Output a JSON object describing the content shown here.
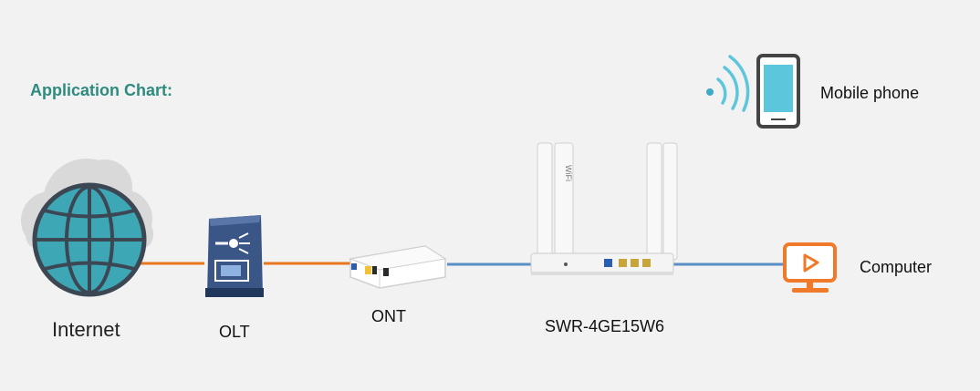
{
  "diagram": {
    "title": "Application Chart:",
    "nodes": {
      "internet": {
        "label": "Internet",
        "icon": "globe-cloud-icon"
      },
      "olt": {
        "label": "OLT",
        "icon": "olt-device-icon"
      },
      "ont": {
        "label": "ONT",
        "icon": "ont-device-icon"
      },
      "router": {
        "label": "SWR-4GE15W6",
        "icon": "wifi-router-icon",
        "brand_text": "WiFi"
      },
      "computer": {
        "label": "Computer",
        "icon": "monitor-icon"
      },
      "mobile": {
        "label": "Mobile phone",
        "icon": "smartphone-icon"
      }
    },
    "links": [
      {
        "from": "Internet",
        "to": "OLT",
        "kind": "fiber"
      },
      {
        "from": "OLT",
        "to": "ONT",
        "kind": "fiber"
      },
      {
        "from": "ONT",
        "to": "SWR-4GE15W6",
        "kind": "ethernet"
      },
      {
        "from": "SWR-4GE15W6",
        "to": "Computer",
        "kind": "ethernet"
      },
      {
        "from": "SWR-4GE15W6",
        "to": "Mobile phone",
        "kind": "wireless"
      }
    ],
    "colors": {
      "title": "#2e8b7e",
      "fiber": "#e8761e",
      "ethernet": "#5b8fc7",
      "globe": "#3ea7b5",
      "computer": "#f07a2a",
      "phone_screen": "#5cc6dc",
      "olt": "#2f4b7a"
    }
  }
}
